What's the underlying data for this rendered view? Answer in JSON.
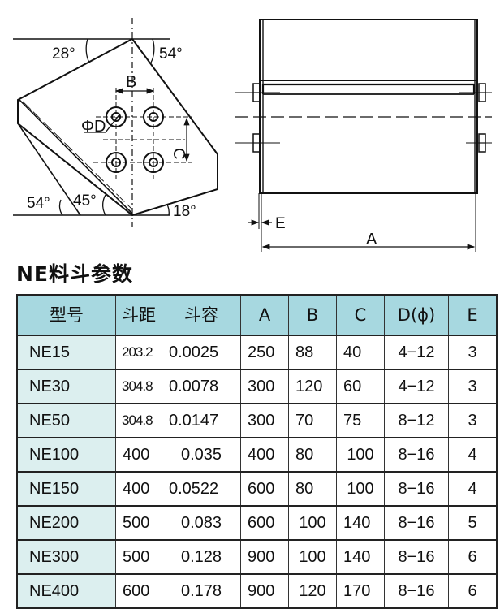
{
  "drawing": {
    "side_view": {
      "angle_labels": [
        "28°",
        "54°",
        "54°",
        "45°",
        "18°"
      ],
      "dimension_labels": {
        "B": "B",
        "C": "C",
        "D": "ΦD"
      }
    },
    "front_view": {
      "dimension_labels": {
        "A": "A",
        "E": "E"
      }
    }
  },
  "section_title": "NE料斗参数",
  "table": {
    "headers": [
      "型号",
      "斗距",
      "斗容",
      "A",
      "B",
      "C",
      "D(ϕ)",
      "E"
    ],
    "rows": [
      [
        "NE15",
        "203.2",
        "0.0025",
        "250",
        "88",
        "40",
        "4−12",
        "3"
      ],
      [
        "NE30",
        "304.8",
        "0.0078",
        "300",
        "120",
        "60",
        "4−12",
        "3"
      ],
      [
        "NE50",
        "304.8",
        "0.0147",
        "300",
        "70",
        "75",
        "8−12",
        "3"
      ],
      [
        "NE100",
        "400",
        "0.035",
        "400",
        "80",
        "100",
        "8−16",
        "4"
      ],
      [
        "NE150",
        "400",
        "0.0522",
        "600",
        "80",
        "100",
        "8−16",
        "4"
      ],
      [
        "NE200",
        "500",
        "0.083",
        "600",
        "100",
        "140",
        "8−16",
        "5"
      ],
      [
        "NE300",
        "500",
        "0.128",
        "900",
        "100",
        "140",
        "8−16",
        "6"
      ],
      [
        "NE400",
        "600",
        "0.178",
        "900",
        "120",
        "170",
        "8−16",
        "6"
      ]
    ]
  },
  "colors": {
    "header_bg": "#a7d8e0",
    "model_col_bg": "#dcefef",
    "line": "#111111"
  }
}
